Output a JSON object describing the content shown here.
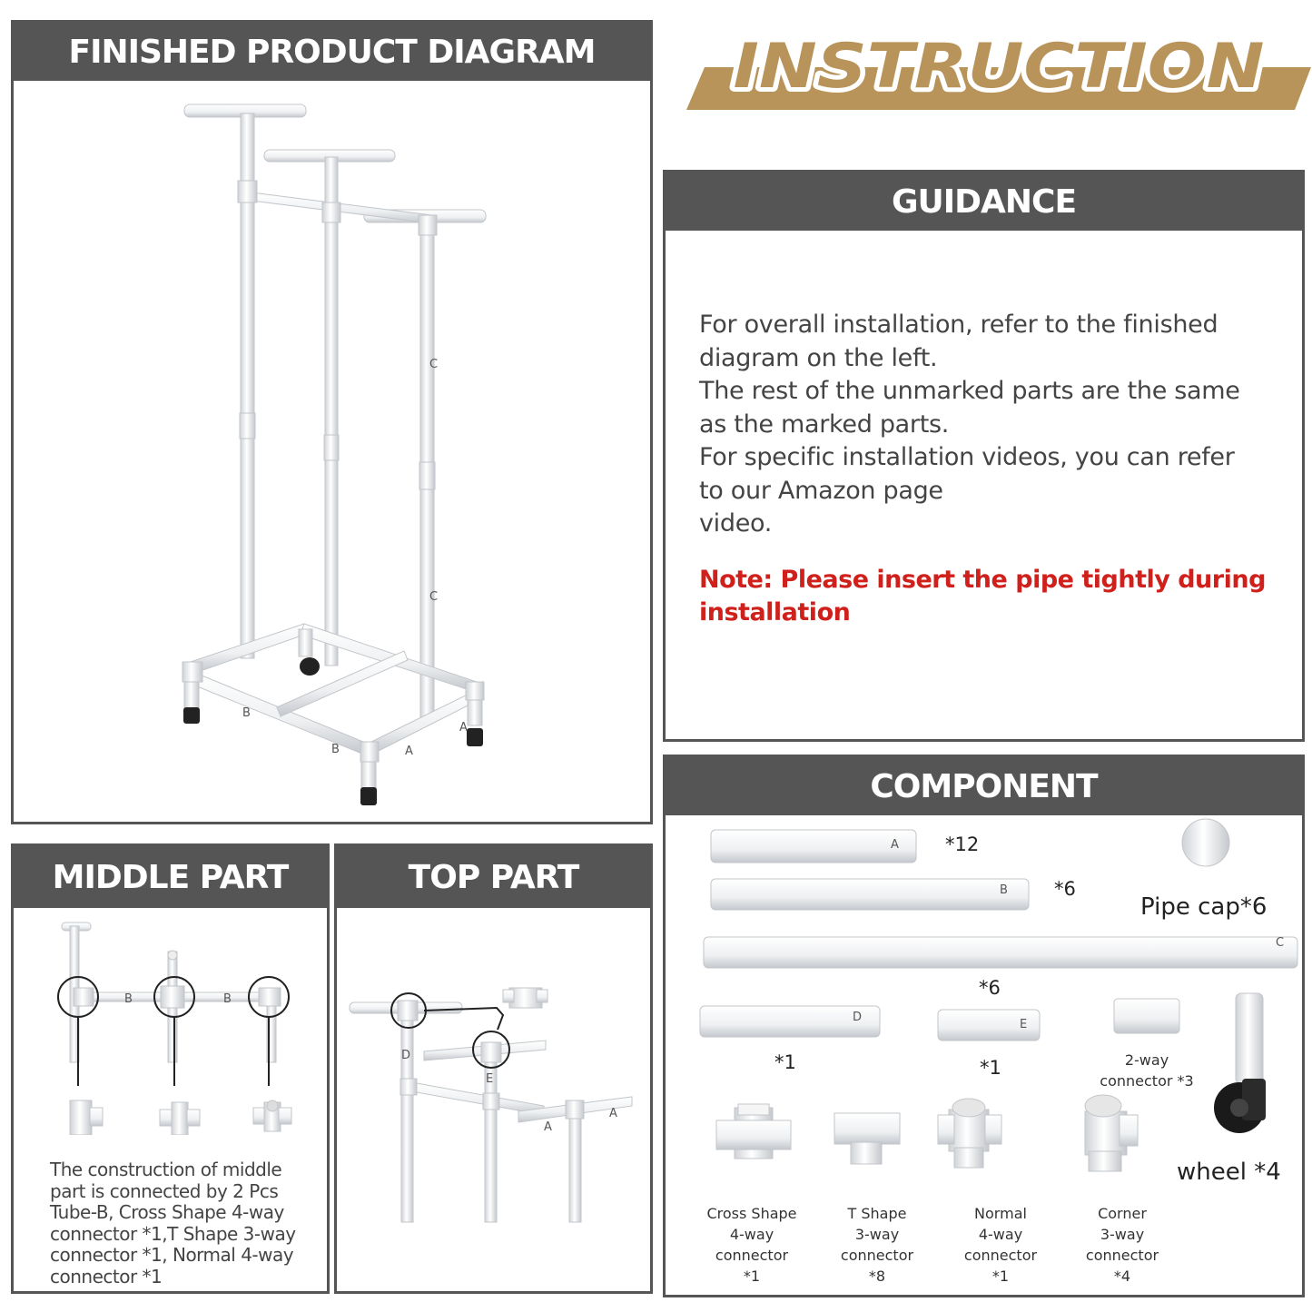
{
  "finished": {
    "title": "FINISHED PRODUCT DIAGRAM",
    "labels": {
      "c1": "C",
      "c2": "C",
      "b1": "B",
      "b2": "B",
      "a1": "A",
      "a2": "A"
    }
  },
  "instruction": {
    "title": "INSTRUCTION"
  },
  "guidance": {
    "title": "GUIDANCE",
    "lines": [
      "For overall installation, refer to the finished",
      "diagram on the left.",
      "The rest of the unmarked parts are the same",
      "as the marked parts.",
      "For specific installation videos, you can refer",
      "to our Amazon page",
      "video."
    ],
    "note_lines": [
      "Note: Please insert the pipe tightly during",
      "installation"
    ]
  },
  "middle": {
    "title": "MIDDLE PART",
    "labels": {
      "b1": "B",
      "b2": "B"
    },
    "description_lines": [
      "The construction of middle",
      "part is connected by 2 Pcs",
      "Tube-B, Cross Shape 4-way",
      "connector *1,T Shape 3-way",
      "connector *1, Normal 4-way",
      "connector *1"
    ]
  },
  "top": {
    "title": "TOP PART",
    "labels": {
      "d": "D",
      "e": "E",
      "a1": "A",
      "a2": "A"
    }
  },
  "component": {
    "title": "COMPONENT",
    "tubes": {
      "a": {
        "letter": "A",
        "qty": "*12"
      },
      "b": {
        "letter": "B",
        "qty": "*6"
      },
      "c": {
        "letter": "C",
        "qty": "*6"
      },
      "d": {
        "letter": "D",
        "qty": "*1"
      },
      "e": {
        "letter": "E",
        "qty": "*1"
      }
    },
    "pipe_cap": "Pipe cap*6",
    "two_way": [
      "2-way",
      "connector *3"
    ],
    "wheel": "wheel *4",
    "connectors": [
      {
        "lines": [
          "Cross Shape",
          "4-way",
          "connector",
          "*1"
        ]
      },
      {
        "lines": [
          "T Shape",
          "3-way",
          "connector",
          "*8"
        ]
      },
      {
        "lines": [
          "Normal",
          "4-way",
          "connector",
          "*1"
        ]
      },
      {
        "lines": [
          "Corner",
          "3-way",
          "connector",
          "*4"
        ]
      }
    ]
  }
}
